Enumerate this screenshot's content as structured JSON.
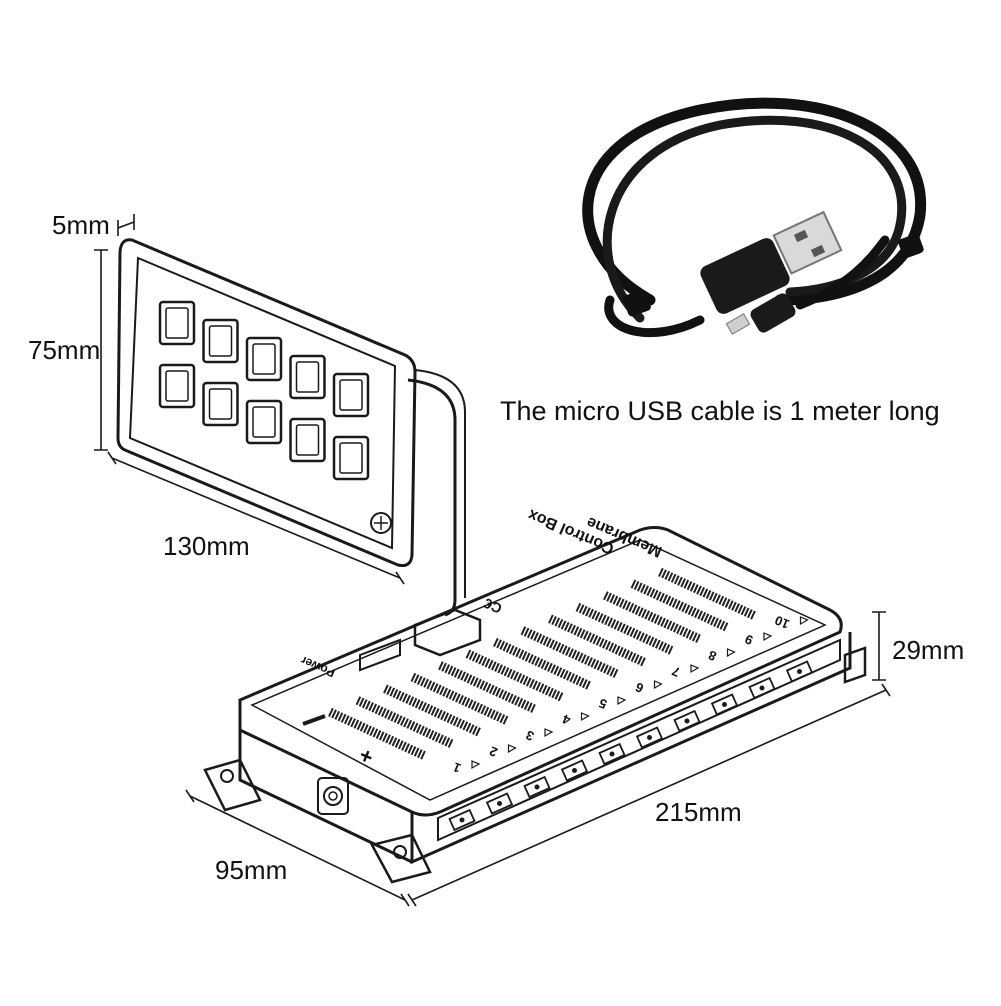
{
  "dimensions": {
    "panel_thickness": "5mm",
    "panel_height": "75mm",
    "panel_width": "130mm",
    "box_height": "29mm",
    "box_length": "215mm",
    "box_width": "95mm"
  },
  "caption": "The micro USB cable is 1 meter long",
  "control_box": {
    "title_line1": "Membrane",
    "title_line2": "Control Box",
    "mark": "C€",
    "power_label": "Power",
    "polarity": "+",
    "channels": [
      "1",
      "2",
      "3",
      "4",
      "5",
      "6",
      "7",
      "8",
      "9",
      "10"
    ]
  },
  "colors": {
    "line": "#1a1a1a",
    "cable": "#111111",
    "background": "#ffffff"
  }
}
